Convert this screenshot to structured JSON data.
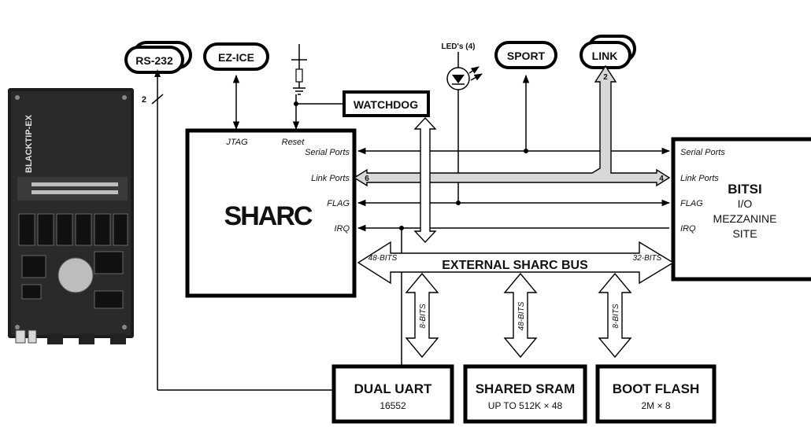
{
  "connectors": {
    "rs232": "RS-232",
    "ezice": "EZ-ICE",
    "sport": "SPORT",
    "link": "LINK",
    "leds": "LED's (4)"
  },
  "watchdog": "WATCHDOG",
  "sharc": {
    "logo": "SHARC",
    "jtag": "JTAG",
    "reset": "Reset",
    "serial_ports": "Serial Ports",
    "link_ports": "Link Ports",
    "flag": "FLAG",
    "irq": "IRQ",
    "bits": "48-BITS"
  },
  "bitsi": {
    "serial_ports": "Serial Ports",
    "link_ports": "Link Ports",
    "flag": "FLAG",
    "irq": "IRQ",
    "title": "BITSI",
    "line1": "I/O",
    "line2": "MEZZANINE",
    "line3": "SITE",
    "bits": "32-BITS"
  },
  "bus": {
    "label": "EXTERNAL SHARC BUS"
  },
  "widths": {
    "rs232": "2",
    "link_top": "2",
    "link_left": "6",
    "link_right": "4"
  },
  "devices": {
    "uart": {
      "title": "DUAL UART",
      "sub": "16552",
      "bits": "8-BITS"
    },
    "sram": {
      "title": "SHARED SRAM",
      "sub": "UP TO 512K × 48",
      "bits": "48-BITS"
    },
    "flash": {
      "title": "BOOT FLASH",
      "sub": "2M × 8",
      "bits": "8-BITS"
    }
  },
  "board": {
    "silkscreen": "BLACKTIP-EX"
  }
}
